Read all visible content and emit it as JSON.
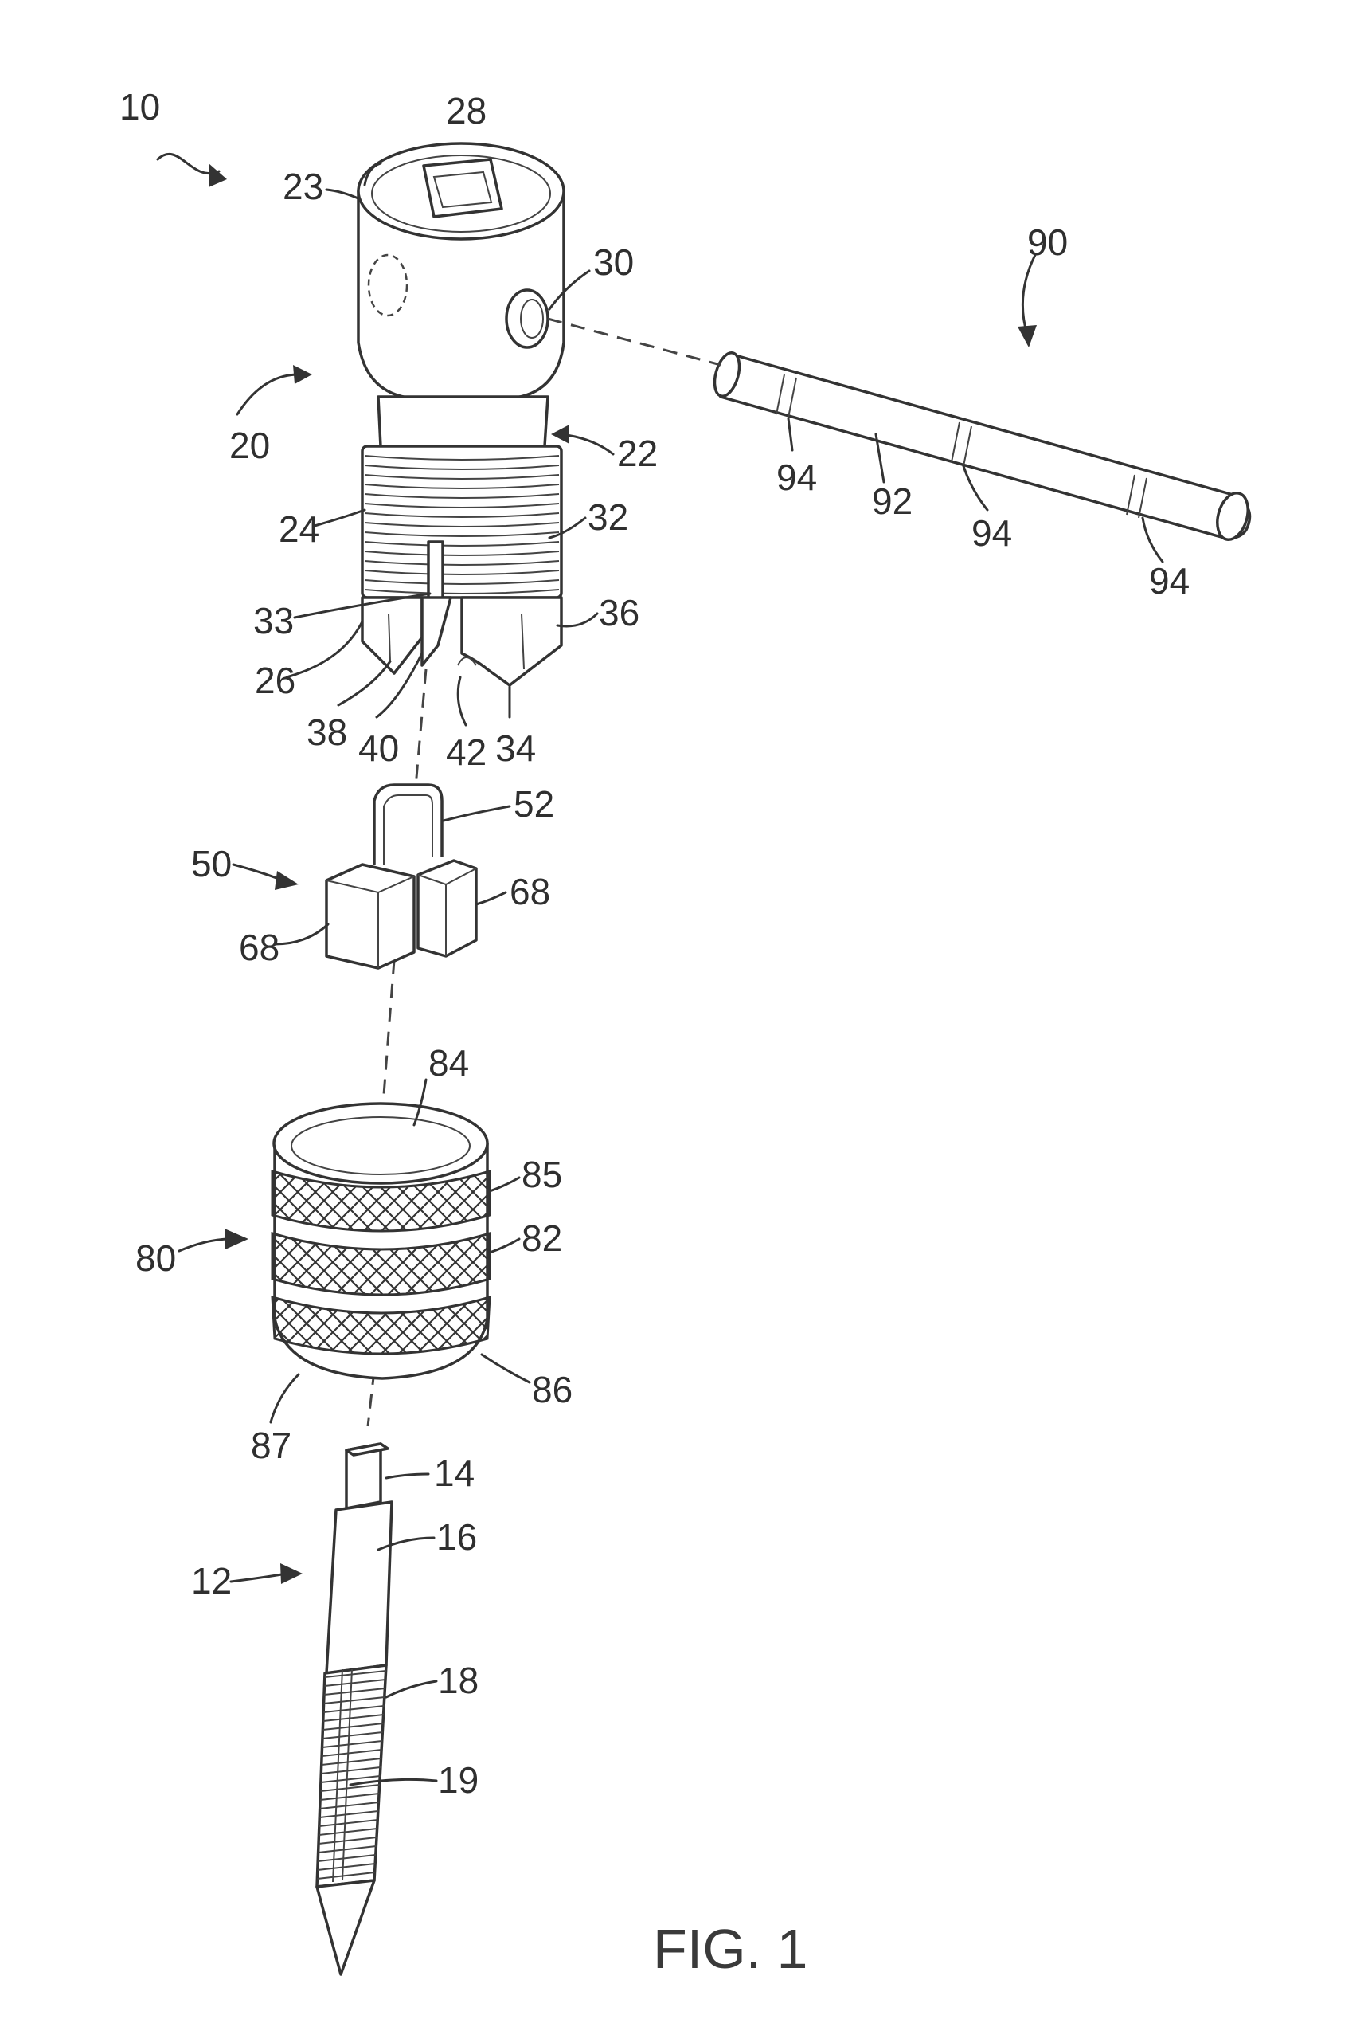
{
  "figure": {
    "caption": "FIG. 1"
  },
  "labels": {
    "l10": "10",
    "l28": "28",
    "l23": "23",
    "l30": "30",
    "l90": "90",
    "l20": "20",
    "l22": "22",
    "l94a": "94",
    "l92": "92",
    "l94b": "94",
    "l94c": "94",
    "l24": "24",
    "l32": "32",
    "l33": "33",
    "l36": "36",
    "l26": "26",
    "l38": "38",
    "l40": "40",
    "l42": "42",
    "l34": "34",
    "l52": "52",
    "l50": "50",
    "l68a": "68",
    "l68b": "68",
    "l84": "84",
    "l85": "85",
    "l80": "80",
    "l82": "82",
    "l86": "86",
    "l87": "87",
    "l14": "14",
    "l16": "16",
    "l12": "12",
    "l18": "18",
    "l19": "19"
  }
}
